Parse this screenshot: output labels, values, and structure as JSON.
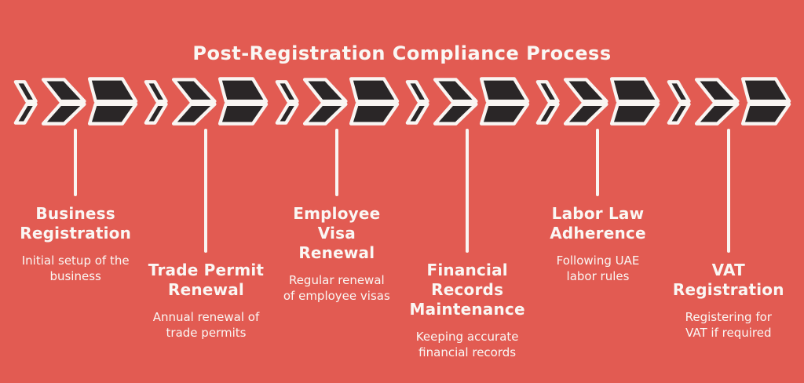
{
  "title": "Post-Registration Compliance Process",
  "colors": {
    "background": "#E25B52",
    "arrow-fill": "#2A2627",
    "line-white": "#F9F5F2",
    "text-white": "#FAF7F4"
  },
  "steps": [
    {
      "title": "Business\nRegistration",
      "description": "Initial setup of the\nbusiness"
    },
    {
      "title": "Trade Permit\nRenewal",
      "description": "Annual renewal of\ntrade permits"
    },
    {
      "title": "Employee\nVisa\nRenewal",
      "description": "Regular renewal\nof employee visas"
    },
    {
      "title": "Financial\nRecords\nMaintenance",
      "description": "Keeping accurate\nfinancial records"
    },
    {
      "title": "Labor Law\nAdherence",
      "description": "Following UAE\nlabor rules"
    },
    {
      "title": "VAT\nRegistration",
      "description": "Registering for\nVAT if required"
    }
  ]
}
